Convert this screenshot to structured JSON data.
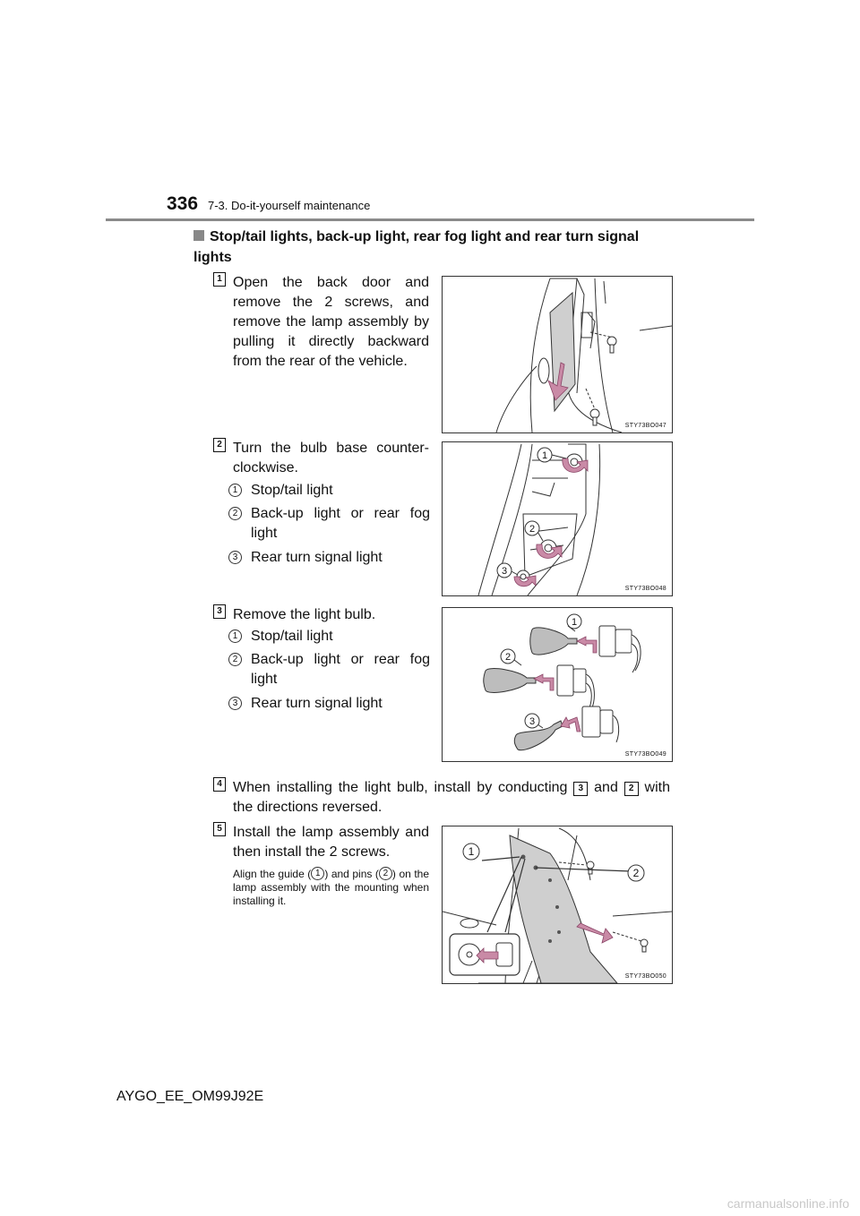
{
  "header": {
    "page_number": "336",
    "section": "7-3. Do-it-yourself maintenance"
  },
  "heading": "Stop/tail lights, back-up light, rear fog light and rear turn signal lights",
  "steps": [
    {
      "num": "1",
      "text": "Open the back door and remove the 2 screws, and remove the lamp assembly by pulling it directly backward from the rear of the vehicle.",
      "figure_code": "STY73BO047"
    },
    {
      "num": "2",
      "text": "Turn the bulb base counter-clockwise.",
      "figure_code": "STY73BO048",
      "items": [
        {
          "marker": "1",
          "label": "Stop/tail light"
        },
        {
          "marker": "2",
          "label": "Back-up light or rear fog light"
        },
        {
          "marker": "3",
          "label": "Rear turn signal light"
        }
      ]
    },
    {
      "num": "3",
      "text": "Remove the light bulb.",
      "figure_code": "STY73BO049",
      "items": [
        {
          "marker": "1",
          "label": "Stop/tail light"
        },
        {
          "marker": "2",
          "label": "Back-up light or rear fog light"
        },
        {
          "marker": "3",
          "label": "Rear turn signal light"
        }
      ]
    },
    {
      "num": "4",
      "text_before": "When installing the light bulb, install by conducting",
      "ref_a": "3",
      "text_mid": "and",
      "ref_b": "2",
      "text_after": "with the directions reversed."
    },
    {
      "num": "5",
      "text": "Install the lamp assembly and then install the 2 screws.",
      "figure_code": "STY73BO050",
      "note": {
        "part1": "Align the guide (",
        "marker1": "1",
        "part2": ") and pins (",
        "marker2": "2",
        "part3": ") on the lamp assembly with the mounting when installing it."
      }
    }
  ],
  "figure_callouts": {
    "fig2": [
      "1",
      "2",
      "3"
    ],
    "fig3": [
      "1",
      "2",
      "3"
    ],
    "fig5": [
      "1",
      "2"
    ]
  },
  "footer": "AYGO_EE_OM99J92E",
  "watermark": "carmanualsonline.info",
  "colors": {
    "arrow": "#c98aa6",
    "rule": "#8a8a8a",
    "line": "#333333"
  }
}
